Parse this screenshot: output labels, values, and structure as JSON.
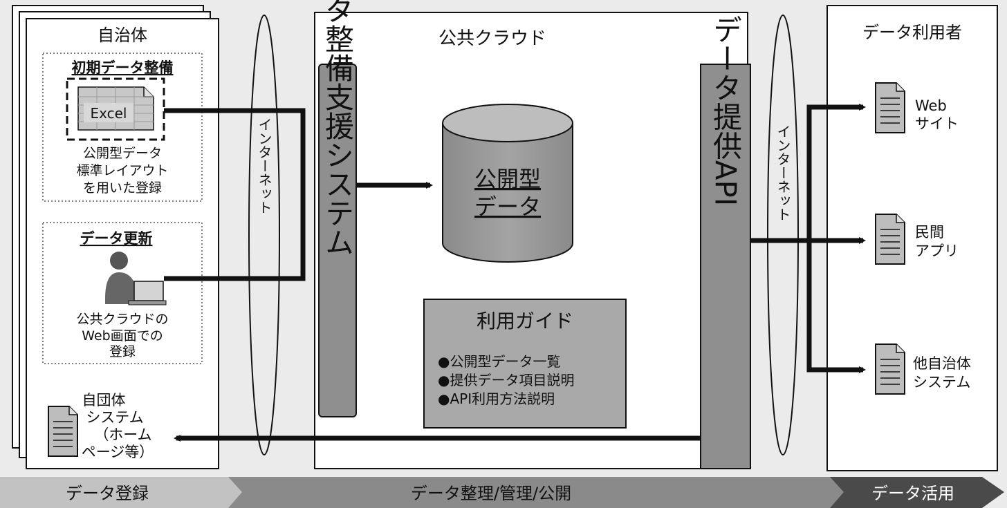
{
  "municipality": {
    "title": "自治体",
    "initial": {
      "heading": "初期データ整備",
      "excel_label": "Excel",
      "desc": [
        "公開型データ",
        "標準レイアウト",
        "を用いた登録"
      ]
    },
    "update": {
      "heading": "データ更新",
      "desc": [
        "公共クラウドの",
        "Web画面での",
        "登録"
      ]
    },
    "own_system": [
      "自団体",
      "システム",
      "（ホーム",
      "ページ等）"
    ]
  },
  "internet_left": "インターネット",
  "internet_right": "インターネット",
  "cloud": {
    "title": "公共クラウド",
    "support_system": "データ整備支援システム",
    "database": [
      "公開型",
      "データ"
    ],
    "api": "データ提供API",
    "guide": {
      "title": "利用ガイド",
      "items": [
        "●公開型データ一覧",
        "●提供データ項目説明",
        "●API利用方法説明"
      ]
    }
  },
  "users": {
    "title": "データ利用者",
    "items": [
      {
        "lines": [
          "Web",
          "サイト"
        ]
      },
      {
        "lines": [
          "民間",
          "アプリ"
        ]
      },
      {
        "lines": [
          "他自治体",
          "システム"
        ]
      }
    ]
  },
  "phases": [
    "データ登録",
    "データ整理/管理/公開",
    "データ活用"
  ]
}
